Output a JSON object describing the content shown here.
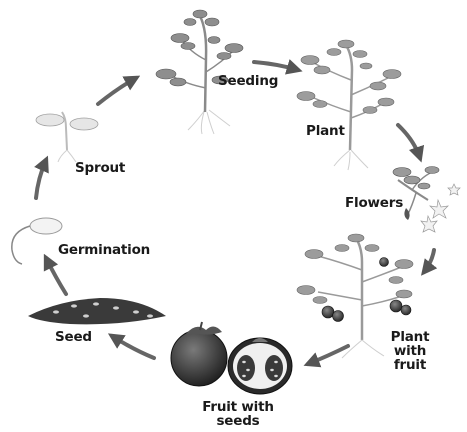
{
  "diagram": {
    "title": "",
    "stages": [
      {
        "id": "seeding",
        "label": "Seeding"
      },
      {
        "id": "plant",
        "label": "Plant"
      },
      {
        "id": "flowers",
        "label": "Flowers"
      },
      {
        "id": "plant-with-fruit",
        "label": "Plant with\nfruit"
      },
      {
        "id": "fruit-with-seeds",
        "label": "Fruit with\nseeds"
      },
      {
        "id": "seed",
        "label": "Seed"
      },
      {
        "id": "germination",
        "label": "Germination"
      },
      {
        "id": "sprout",
        "label": "Sprout"
      }
    ],
    "cycle_order": [
      "seed",
      "germination",
      "sprout",
      "seeding",
      "plant",
      "flowers",
      "plant-with-fruit",
      "fruit-with-seeds"
    ]
  }
}
